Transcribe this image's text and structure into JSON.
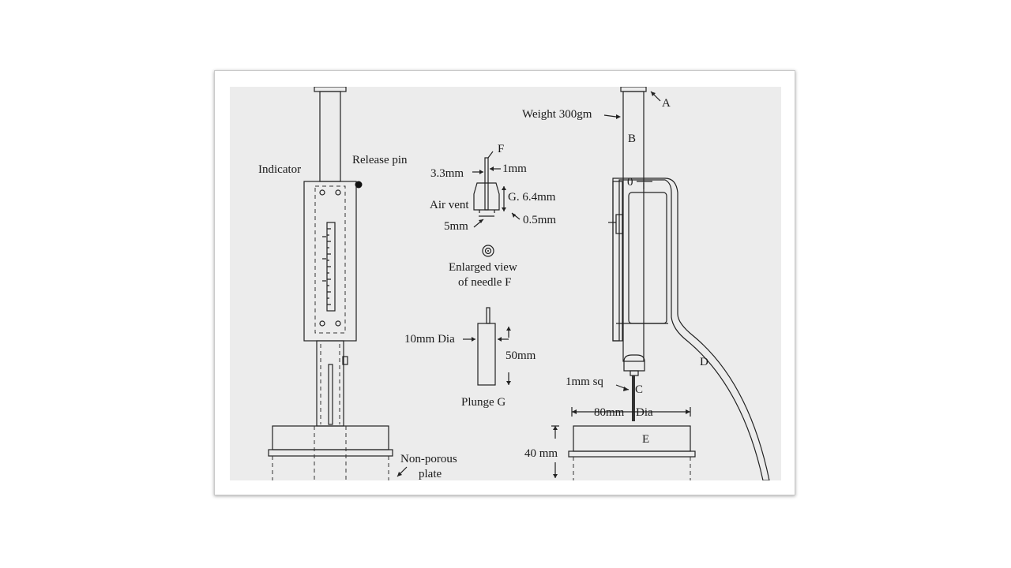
{
  "labels": {
    "indicator": "Indicator",
    "release_pin": "Release pin",
    "non_porous_1": "Non-porous",
    "non_porous_2": "plate",
    "needle_f": "F",
    "dim_3_3": "3.3mm",
    "dim_1": "1mm",
    "dim_g": "G. 6.4mm",
    "air_vent": "Air vent",
    "dim_0_5": "0.5mm",
    "dim_5": "5mm",
    "enlarged_1": "Enlarged view",
    "enlarged_2": "of needle F",
    "dia_10": "10mm Dia",
    "len_50": "50mm",
    "plunger": "Plunge  G",
    "weight": "Weight 300gm",
    "a": "A",
    "b": "B",
    "zero": "0",
    "d": "D",
    "sq_1": "1mm sq",
    "c": "C",
    "dia_80_a": "80mm",
    "dia_80_b": "Dia",
    "e": "E",
    "h_40": "40 mm"
  },
  "colors": {
    "background": "#ececec",
    "frame": "#ffffff",
    "stroke": "#222222"
  }
}
